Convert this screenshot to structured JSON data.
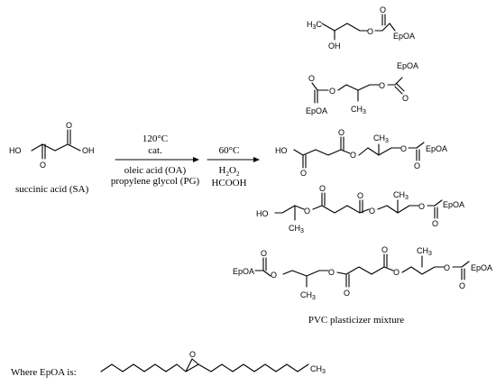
{
  "reactant": {
    "name": "succinic acid (SA)",
    "labels": {
      "ho": "HO",
      "oh": "OH",
      "o1": "O",
      "o2": "O"
    }
  },
  "step1": {
    "temp": "120°C",
    "catalyst": "cat.",
    "reagent1": "oleic acid (OA)",
    "reagent2": "propylene glycol (PG)"
  },
  "step2": {
    "temp": "60°C",
    "h": "H",
    "sub2": "2",
    "o": "O",
    "formic": "HCOOH"
  },
  "products": {
    "title": "PVC plasticizer mixture",
    "atoms": {
      "o": "O",
      "epoa": "EpOA",
      "oh": "OH",
      "ho": "HO",
      "h3c": "H",
      "h3c_sub": "3",
      "h3c_c": "C",
      "ch3": "CH",
      "ch3_sub": "3"
    }
  },
  "footer": {
    "where": "Where EpOA is:",
    "o": "O",
    "ch3": "CH",
    "ch3_sub": "3"
  }
}
